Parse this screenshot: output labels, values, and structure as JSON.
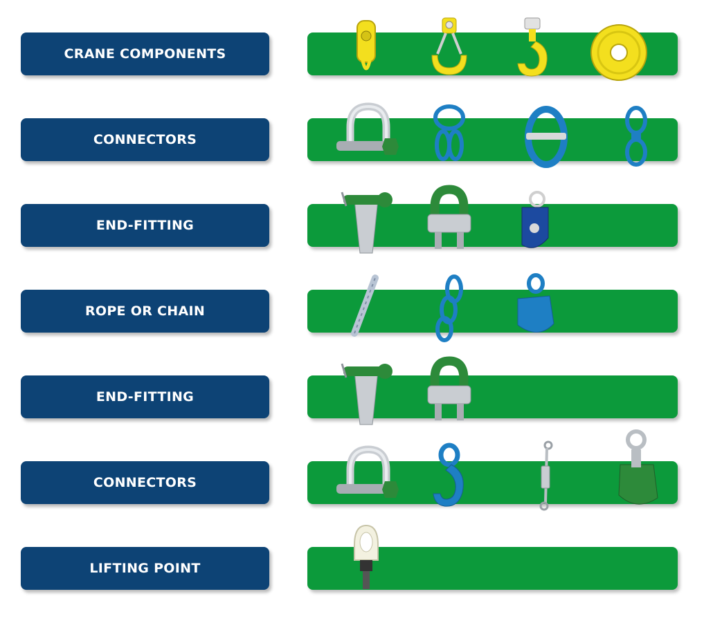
{
  "colors": {
    "label_bg": "#0d4375",
    "bar_bg": "#0c9a3b",
    "yellow": "#f3df1e",
    "blue": "#1e7fc4",
    "dark_blue": "#1c4aa0",
    "silver": "#c9cdd2",
    "green_part": "#2d8a3a"
  },
  "rows": [
    {
      "label": "CRANE COMPONENTS",
      "items": [
        "pulley-block-icon",
        "crane-hook-block-icon",
        "swivel-hook-icon",
        "sheave-wheel-icon"
      ]
    },
    {
      "label": "CONNECTORS",
      "items": [
        "bow-shackle-icon",
        "master-link-assembly-icon",
        "connecting-link-icon",
        "swivel-icon"
      ]
    },
    {
      "label": "END-FITTING",
      "items": [
        "wedge-socket-icon",
        "wire-rope-clip-icon",
        "snatch-block-icon"
      ]
    },
    {
      "label": "ROPE OR CHAIN",
      "items": [
        "wire-rope-icon",
        "chain-icon",
        "grab-hook-icon"
      ]
    },
    {
      "label": "END-FITTING",
      "items": [
        "wedge-socket-icon",
        "wire-rope-clip-icon"
      ]
    },
    {
      "label": "CONNECTORS",
      "items": [
        "bow-shackle-icon",
        "self-locking-hook-icon",
        "turnbuckle-icon",
        "plate-clamp-icon"
      ]
    },
    {
      "label": "LIFTING POINT",
      "items": [
        "swivel-lifting-eye-bolt-icon"
      ]
    }
  ]
}
